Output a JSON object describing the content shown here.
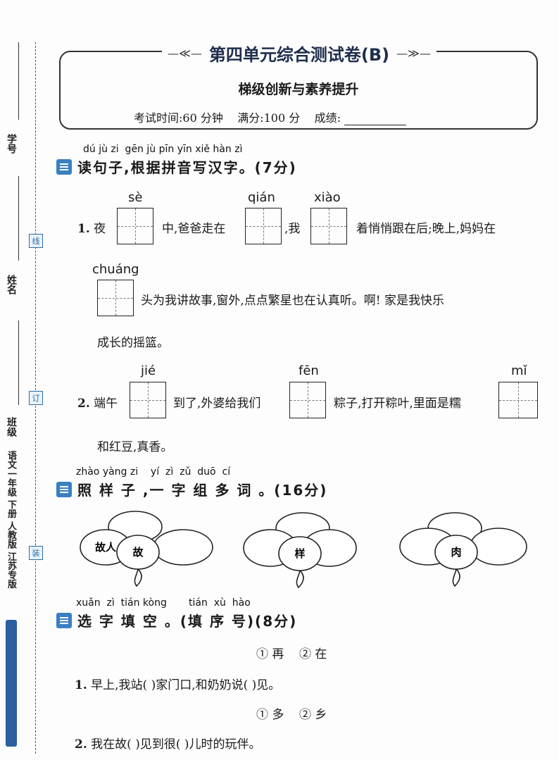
{
  "header": {
    "title": "第四单元综合测试卷(B)",
    "subtitle": "梯级创新与素养提升",
    "time_label": "考试时间:60 分钟",
    "full_score": "满分:100 分",
    "score_label": "成绩:"
  },
  "margin": {
    "student_id": "学号",
    "name": "姓名",
    "class": "班级",
    "tag_line": "线",
    "tag_ding": "订",
    "tag_zhuang": "装",
    "book_info": "语文一年级 下册 人教版 江苏专版"
  },
  "section1": {
    "pinyin": "dú jù zi  gēn jù pīn yīn xiě hàn zì",
    "title": "读句子,根据拼音写汉字。(7分)",
    "q1": {
      "num": "1.",
      "py_se": "sè",
      "py_qian": "qián",
      "py_xiao": "xiào",
      "py_chuang": "chuáng",
      "t_a": "夜",
      "t_b": "中,爸爸走在",
      "t_c": ",我",
      "t_d": "着悄悄跟在后;晚上,妈妈在",
      "t_e": "头为我讲故事,窗外,点点繁星也在认真听。啊! 家是我快乐",
      "t_f": "成长的摇篮。"
    },
    "q2": {
      "num": "2.",
      "py_jie": "jié",
      "py_fen": "fēn",
      "py_mi": "mǐ",
      "t_a": "端午",
      "t_b": "到了,外婆给我们",
      "t_c": "粽子,打开粽叶,里面是糯",
      "t_d": "和红豆,真香。"
    }
  },
  "section2": {
    "pinyin": "zhào yàng zi    yí  zì  zǔ  duō  cí",
    "title": "照 样 子 ,一 字 组 多 词 。(16分)",
    "flower1_example": "故人",
    "flower1_center": "故",
    "flower2_center": "样",
    "flower3_center": "肉"
  },
  "section3": {
    "pinyin": "xuǎn  zì  tián kòng       tián  xù  hào",
    "title": "选 字 填 空 。(填 序 号)(8分)",
    "opt1": "① 再    ② 在",
    "q1_num": "1.",
    "q1_text": "早上,我站(    )家门口,和奶奶说(    )见。",
    "opt2": "① 多    ② 乡",
    "q2_num": "2.",
    "q2_text": "我在故(    )见到很(    )儿时的玩伴。"
  }
}
